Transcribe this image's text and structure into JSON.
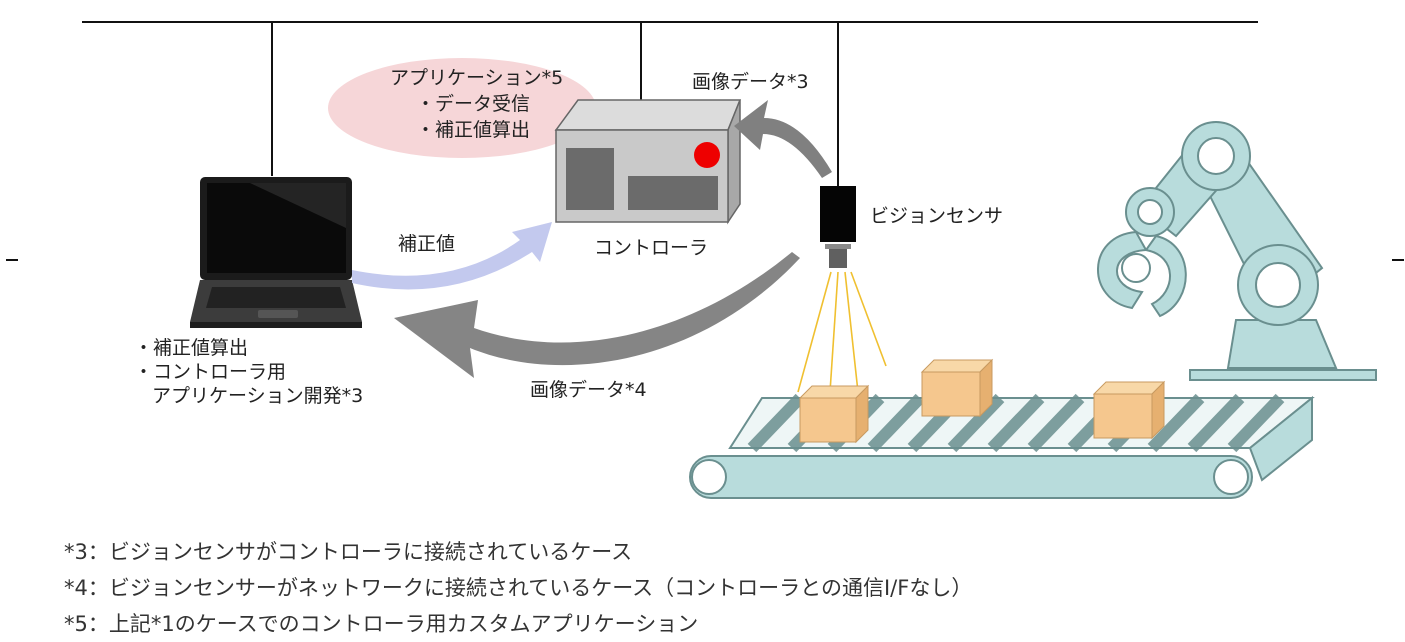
{
  "bubble": {
    "title": "アプリケーション*5",
    "line1": "・データ受信",
    "line2": "・補正値算出"
  },
  "labels": {
    "image_data_3": "画像データ*3",
    "image_data_4": "画像データ*4",
    "vision_sensor": "ビジョンセンサ",
    "controller": "コントローラ",
    "correction_value": "補正値"
  },
  "laptop_notes": {
    "line1": "・補正値算出",
    "line2": "・コントローラ用",
    "line3": "アプリケーション開発*3"
  },
  "footnotes": {
    "n3": "*3：ビジョンセンサがコントローラに接続されているケース",
    "n4": "*4：ビジョンセンサーがネットワークに接続されているケース（コントローラとの通信I/Fなし）",
    "n5": "*5：上記*1のケースでのコントローラ用カスタムアプリケーション"
  },
  "colors": {
    "bubble_fill": "#f6d6d8",
    "robot_fill": "#b8dcdc",
    "box_fill": "#f5c78e",
    "controller_fill": "#c9c9c9",
    "indicator_red": "#ee0000",
    "arrow_blue": "#c3c9ee",
    "arrow_gray": "#808080",
    "light_beam": "#f0c030"
  }
}
